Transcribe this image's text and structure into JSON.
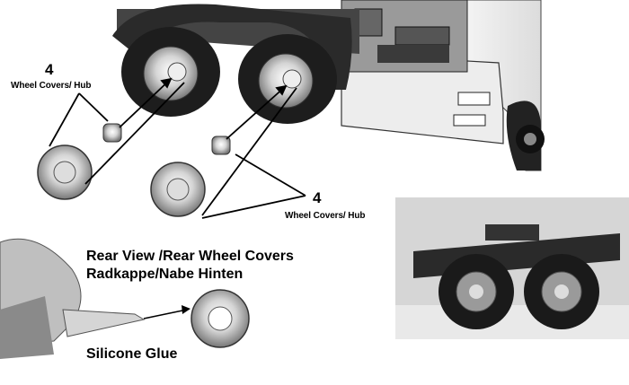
{
  "callout_top": {
    "quantity": "4",
    "label": "Wheel Covers/ Hub"
  },
  "callout_right": {
    "quantity": "4",
    "label": "Wheel Covers/ Hub"
  },
  "rear_view": {
    "title_en": "Rear View /Rear Wheel Covers",
    "title_de": "Radkappe/Nabe Hinten"
  },
  "glue": {
    "label": "Silicone Glue"
  },
  "colors": {
    "ink": "#000000",
    "chrome": "#c8c8c8",
    "tire": "#1a1a1a",
    "photo_bg": "#d9d9d9"
  }
}
